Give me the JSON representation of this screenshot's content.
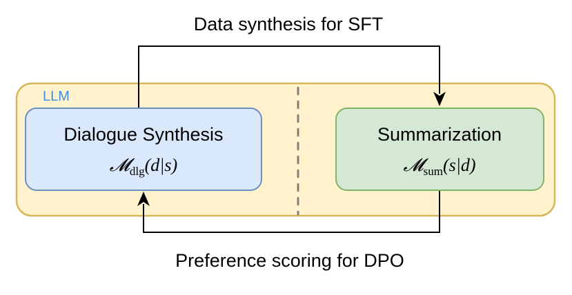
{
  "diagram": {
    "top_edge_label": "Data synthesis for SFT",
    "bottom_edge_label": "Preference scoring for DPO",
    "container": {
      "label": "LLM",
      "fill": "#fff2cc",
      "stroke": "#d6b656",
      "label_color": "#3d8fe6"
    },
    "nodes": {
      "dialogue_synthesis": {
        "title": "Dialogue Synthesis",
        "formula_symbol": "𝓜",
        "formula_subscript": "dlg",
        "formula_args": "(d|s)",
        "fill": "#dae8fc",
        "stroke": "#6c8ebf"
      },
      "summarization": {
        "title": "Summarization",
        "formula_symbol": "𝓜",
        "formula_subscript": "sum",
        "formula_args": "(s|d)",
        "fill": "#d5e8d4",
        "stroke": "#82b366"
      }
    },
    "divider_color": "#808080",
    "edge_color": "#000000"
  }
}
